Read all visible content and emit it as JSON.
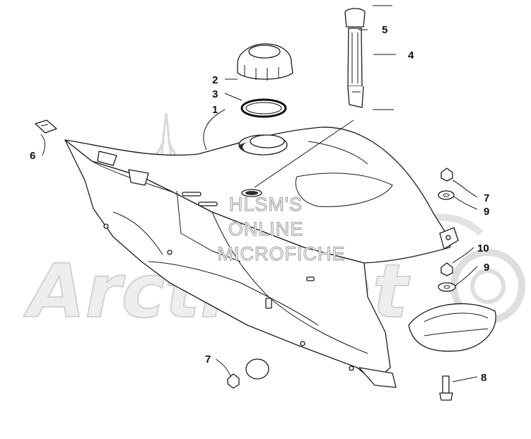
{
  "watermark": {
    "logo_text": "ArcticCat",
    "line1": "HLSM'S",
    "line2": "ONLINE",
    "line3": "MICROFICHE"
  },
  "callouts": {
    "c1": "1",
    "c2": "2",
    "c3": "3",
    "c4": "4",
    "c5": "5",
    "c6": "6",
    "c7a": "7",
    "c7b": "7",
    "c8": "8",
    "c9a": "9",
    "c9b": "9",
    "c10": "10"
  }
}
